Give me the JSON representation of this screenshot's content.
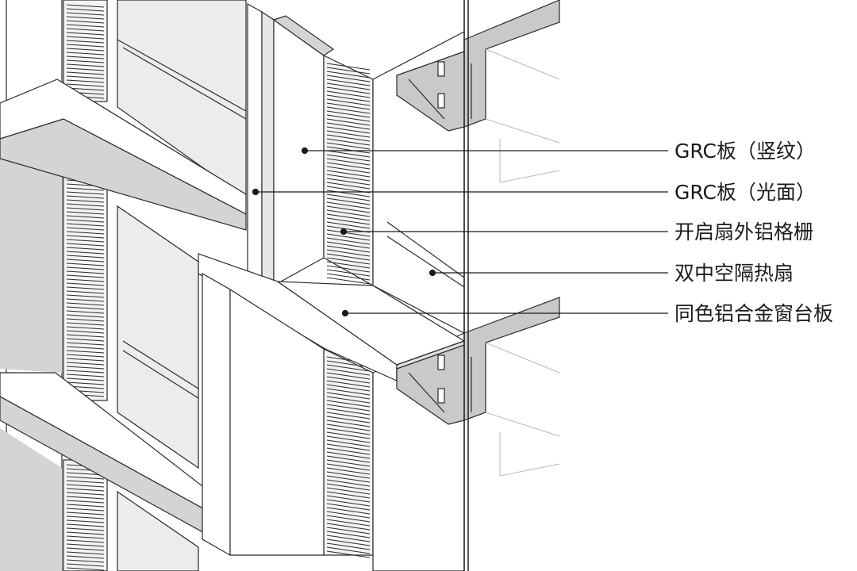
{
  "callouts": [
    {
      "label": "GRC板（竖纹）"
    },
    {
      "label": "GRC板（光面）"
    },
    {
      "label": "开启扇外铝格栅"
    },
    {
      "label": "双中空隔热扇"
    },
    {
      "label": "同色铝合金窗台板"
    }
  ],
  "colors": {
    "line": "#2a2a2a",
    "shadow": "#d4d4d4",
    "panel_fill": "#f4f4f4",
    "section_fill": "#c9c9c9"
  }
}
